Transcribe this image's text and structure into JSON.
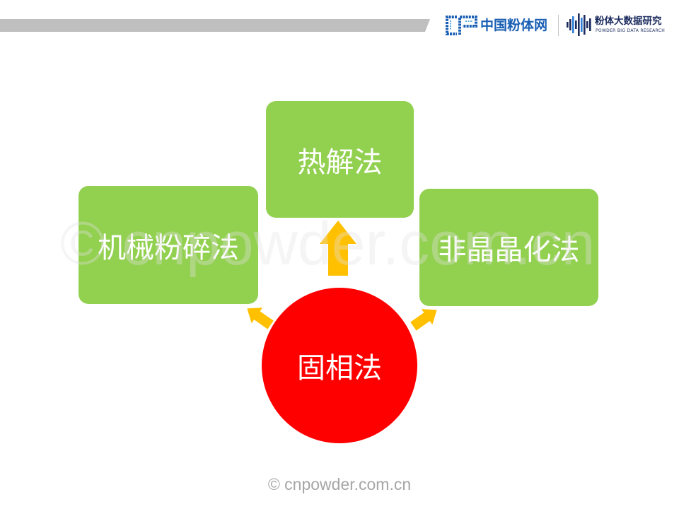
{
  "slide": {
    "background": "#FFFFFF",
    "header_bar_color": "#BFBFBF"
  },
  "logos": {
    "cnpowder": {
      "icon": "cp-logo-icon",
      "mark": "CP",
      "name": "中国粉体网",
      "color": "#1A5FB4",
      "accent": "#5AA9E6"
    },
    "research": {
      "icon": "waveform-bars-icon",
      "name": "粉体大数据研究",
      "subtitle": "POWDER BIG DATA RESEARCH",
      "color": "#1B2B5E",
      "accent": "#2F80D8"
    }
  },
  "diagram": {
    "center": {
      "label": "固相法",
      "color": "#FF0000"
    },
    "nodes": [
      {
        "label": "热解法"
      },
      {
        "label": "机械粉碎法"
      },
      {
        "label": "非晶晶化法"
      }
    ],
    "node_color": "#92D050",
    "arrow_color": "#FFC000",
    "text_color": "#FFFFFF"
  },
  "watermark": {
    "text": "© cnpowder.com.cn"
  },
  "footer": {
    "copyright": "© cnpowder.com.cn"
  }
}
